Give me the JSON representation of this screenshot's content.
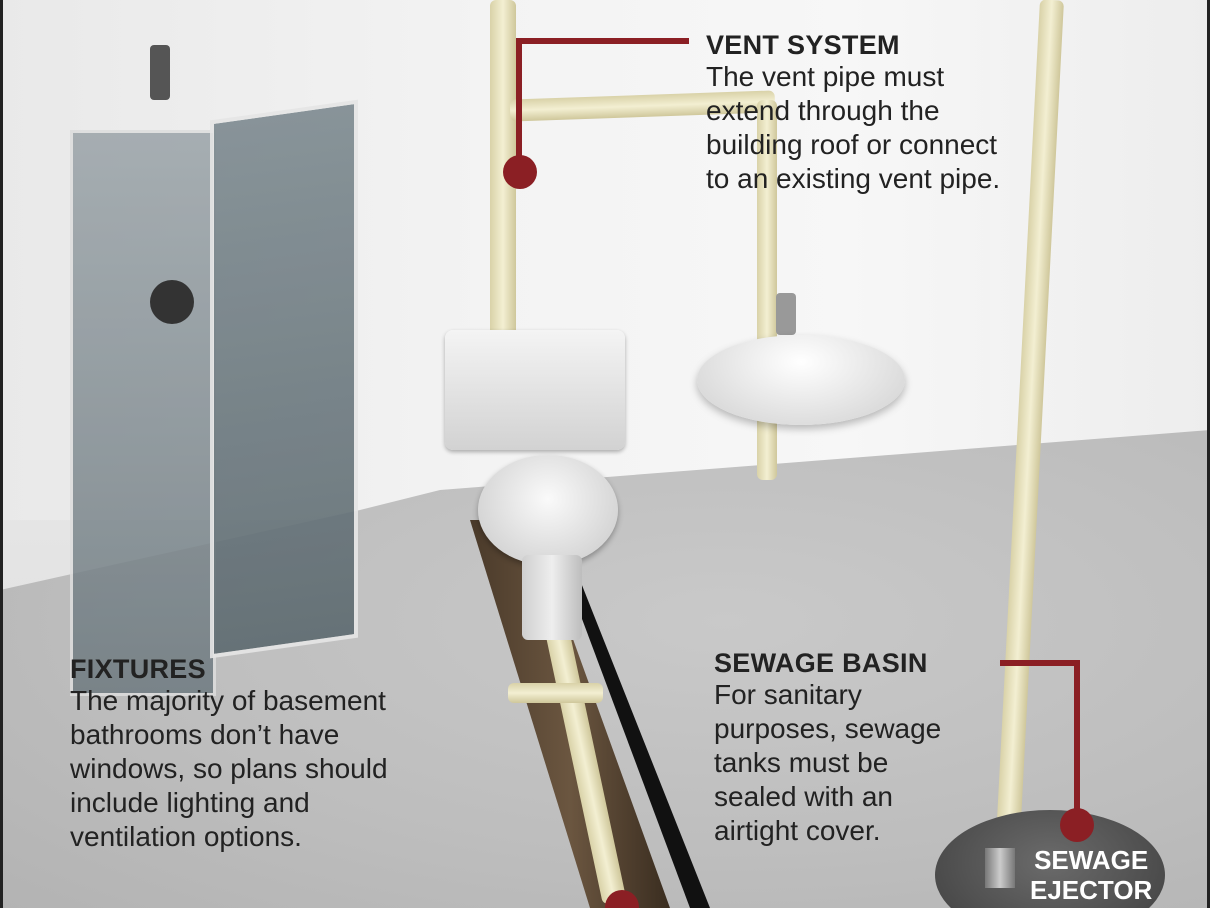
{
  "diagram": {
    "subject": "Basement bathroom plumbing",
    "accent_color": "#8b1f24",
    "pipe_color": "#e8e2bf",
    "callouts": {
      "vent_system": {
        "title": "VENT SYSTEM",
        "lines": [
          "The vent pipe must",
          "extend through the",
          "building roof or connect",
          "to an existing vent pipe."
        ]
      },
      "fixtures": {
        "title": "FIXTURES",
        "lines": [
          "The majority of basement",
          "bathrooms don’t have",
          "windows, so plans should",
          "include lighting and",
          "ventilation options."
        ]
      },
      "sewage_basin": {
        "title": "SEWAGE BASIN",
        "lines": [
          "For sanitary",
          "purposes, sewage",
          "tanks must be",
          "sealed with an",
          "airtight cover."
        ]
      },
      "sewage_ejector": {
        "lines": [
          "SEWAGE",
          "EJECTOR"
        ]
      }
    },
    "components": [
      "shower",
      "toilet",
      "sink",
      "vent-pipe",
      "drain-trench",
      "sewage-ejector"
    ]
  }
}
